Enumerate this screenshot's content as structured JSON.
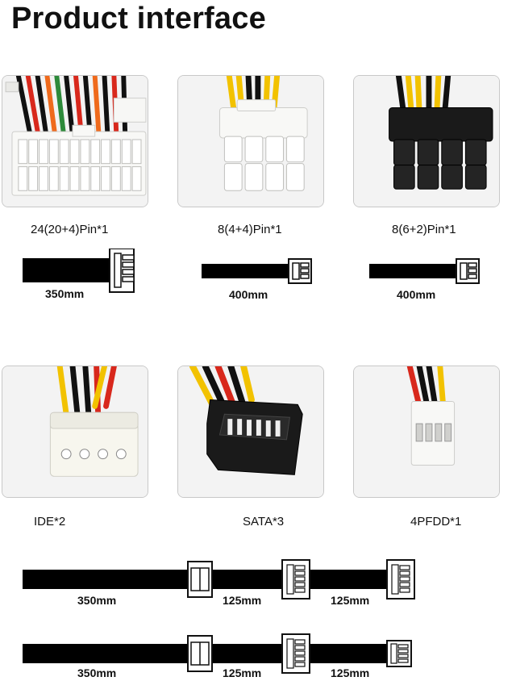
{
  "page": {
    "title": "Product interface"
  },
  "connectors": [
    {
      "label": "24(20+4)Pin*1",
      "length": "350mm",
      "icon": "atx-24pin-connector-icon"
    },
    {
      "label": "8(4+4)Pin*1",
      "length": "400mm",
      "icon": "eps-8pin-connector-icon"
    },
    {
      "label": "8(6+2)Pin*1",
      "length": "400mm",
      "icon": "pcie-8pin-connector-icon"
    },
    {
      "label": "IDE*2",
      "icon": "molex-ide-connector-icon"
    },
    {
      "label": "SATA*3",
      "icon": "sata-connector-icon"
    },
    {
      "label": "4PFDD*1",
      "icon": "floppy-4pin-connector-icon"
    }
  ],
  "chains": [
    {
      "segments": [
        "350mm",
        "125mm",
        "125mm"
      ]
    },
    {
      "segments": [
        "350mm",
        "125mm",
        "125mm"
      ]
    }
  ],
  "colors": {
    "cable": "#000000",
    "connector_white": "#f8f8f6",
    "connector_black": "#1a1a1a",
    "wire_yellow": "#f2c200",
    "wire_red": "#d8281c",
    "wire_orange": "#ef6a1c",
    "wire_green": "#2d8a3a"
  }
}
